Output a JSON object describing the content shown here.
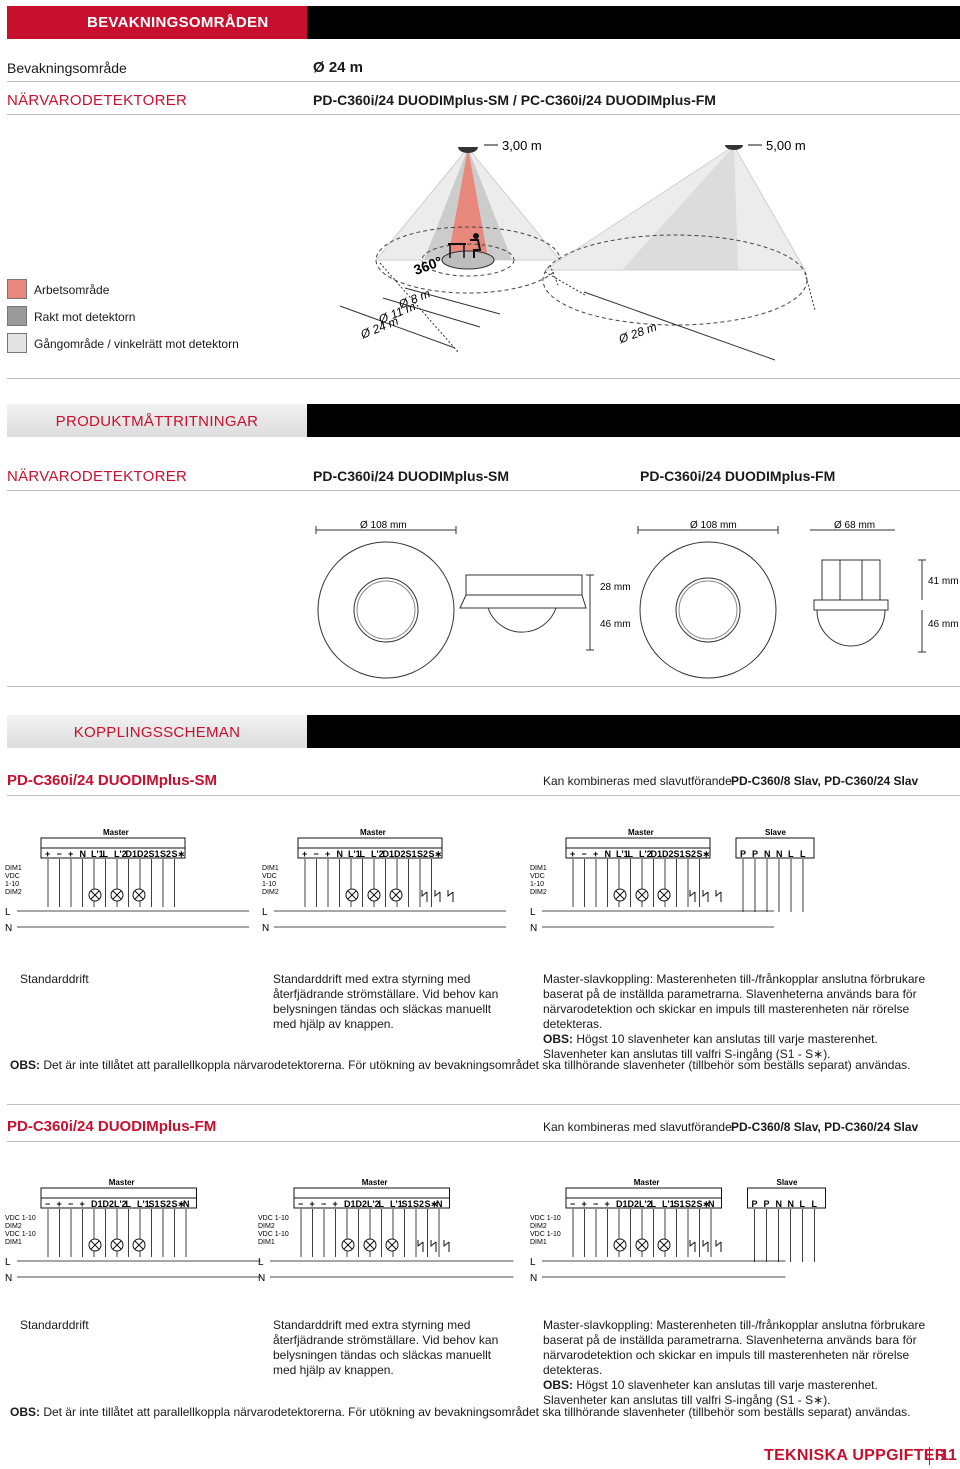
{
  "coverage": {
    "band_title": "BEVAKNINGSOMRÅDEN",
    "label_left": "Bevakningsområde",
    "value_right": "Ø 24 m",
    "category": "NÄRVARODETEKTORER",
    "products": "PD-C360i/24 DUODIMplus-SM / PC-C360i/24 DUODIMplus-FM",
    "height_a": "3,00 m",
    "height_b": "5,00 m",
    "legend": [
      {
        "label": "Arbetsområde",
        "color": "#e8877c"
      },
      {
        "label": "Rakt mot detektorn",
        "color": "#9a9a9a"
      },
      {
        "label": "Gångområde / vinkelrätt mot detektorn",
        "color": "#e4e4e4"
      }
    ],
    "deg_label": "360°",
    "diameters_a": [
      "Ø 8 m",
      "Ø 11 m",
      "Ø 24 m"
    ],
    "diameter_b": "Ø 28 m"
  },
  "dimensions": {
    "band_title": "PRODUKTMÅTTRITNINGAR",
    "category": "NÄRVARODETEKTORER",
    "product_sm": "PD-C360i/24 DUODIMplus-SM",
    "product_fm": "PD-C360i/24 DUODIMplus-FM",
    "dia_sm": "Ø 108 mm",
    "dia_fm": "Ø 108 mm",
    "dia_fm_small": "Ø 68 mm",
    "h_sm_top": "28 mm",
    "h_sm_bottom": "46 mm",
    "h_fm_top": "41 mm",
    "h_fm_bottom": "46 mm"
  },
  "wiring": {
    "band_title": "KOPPLINGSSCHEMAN",
    "sm": {
      "title": "PD-C360i/24 DUODIMplus-SM",
      "combine_label": "Kan kombineras med slavutförande",
      "combine_value": "PD-C360/8 Slav, PD-C360/24 Slav",
      "master": "Master",
      "slave": "Slave",
      "terminals": [
        "+",
        "−",
        "+",
        "N",
        "L'1",
        "L",
        "L'2",
        "D1",
        "D2",
        "S1",
        "S2",
        "S∗"
      ],
      "slave_terminals": [
        "P",
        "P",
        "N",
        "N",
        "L",
        "L"
      ],
      "side_labels": [
        "DIM1",
        "VDC",
        "1-10",
        "DIM2",
        "L",
        "N"
      ],
      "desc_1": "Standarddrift",
      "desc_2": "Standarddrift med extra styrning med återfjädrande strömställare. Vid behov kan belysningen tändas och släckas manuellt med hjälp av knappen.",
      "desc_3_a": "Master-slavkoppling: Masterenheten till-/frånkopplar anslutna förbrukare baserat på de inställda parametrarna. Slavenheterna används bara för närvarodetektion och skickar en impuls till masterenheten när rörelse detekteras.",
      "desc_3_obs": "OBS:",
      "desc_3_b": "Högst 10 slavenheter kan anslutas till varje masterenhet.",
      "desc_3_c": "Slavenheter kan anslutas till valfri S-ingång (S1 - S∗).",
      "obs_label": "OBS:",
      "obs_text": "Det är inte tillåtet att parallellkoppla närvarodetektorerna. För utökning av bevakningsområdet ska tillhörande slavenheter (tillbehör som beställs separat) användas."
    },
    "fm": {
      "title": "PD-C360i/24 DUODIMplus-FM",
      "combine_label": "Kan kombineras med slavutförande",
      "combine_value": "PD-C360/8 Slav, PD-C360/24 Slav",
      "master": "Master",
      "slave": "Slave",
      "terminals": [
        "−",
        "+",
        "−",
        "+",
        "D1",
        "D2",
        "L'2",
        "L",
        "L'1",
        "S1",
        "S2",
        "S∗",
        "N"
      ],
      "slave_terminals": [
        "P",
        "P",
        "N",
        "N",
        "L",
        "L"
      ],
      "side_labels": [
        "VDC 1-10",
        "DIM2",
        "VDC 1-10",
        "DIM1",
        "L",
        "N"
      ],
      "desc_1": "Standarddrift",
      "desc_2": "Standarddrift med extra styrning med återfjädrande strömställare. Vid behov kan belysningen tändas och släckas manuellt med hjälp av knappen.",
      "desc_3_a": "Master-slavkoppling: Masterenheten till-/frånkopplar anslutna förbrukare baserat på de inställda parametrarna. Slavenheterna används bara för närvarodetektion och skickar en impuls till masterenheten när rörelse detekteras.",
      "desc_3_obs": "OBS:",
      "desc_3_b": "Högst 10 slavenheter kan anslutas till varje masterenhet.",
      "desc_3_c": "Slavenheter kan anslutas till valfri S-ingång (S1 - S∗).",
      "obs_label": "OBS:",
      "obs_text": "Det är inte tillåtet att parallellkoppla närvarodetektorerna. För utökning av bevakningsområdet ska tillhörande slavenheter (tillbehör som beställs separat) användas."
    }
  },
  "footer": {
    "section": "TEKNISKA UPPGIFTER",
    "page": "11"
  }
}
